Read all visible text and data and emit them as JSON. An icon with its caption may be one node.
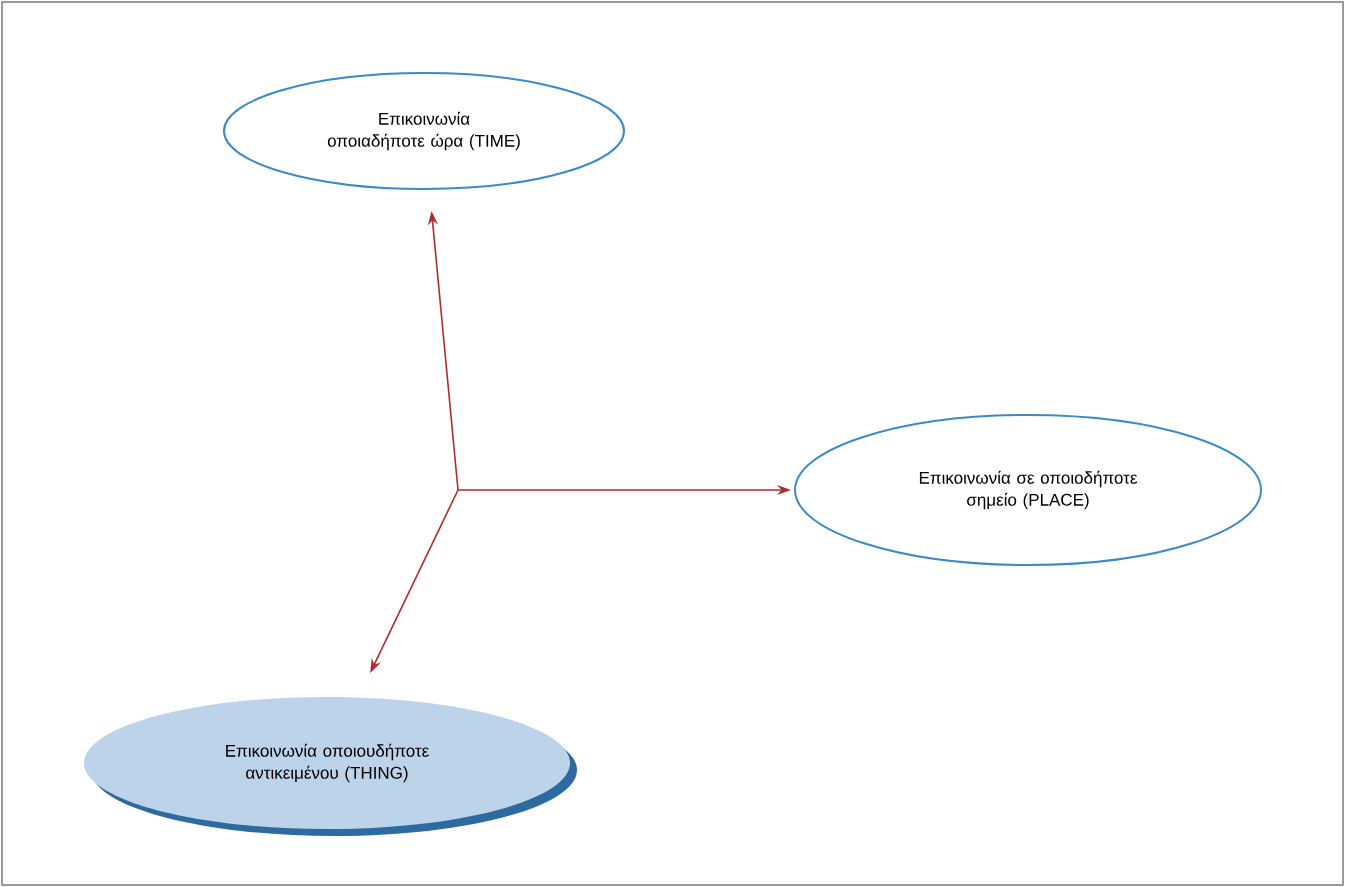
{
  "diagram": {
    "nodes": [
      {
        "text": [
          "Επικοινωνία οποιαδήποτε ώρα (TIME)"
        ]
      },
      {
        "text": [
          "Επικοινωνία σε οποιοδήποτε σημείο (PLACE)"
        ]
      },
      {
        "text": [
          "Επικοινωνία οποιουδήποτε αντικειμένου (THING)"
        ]
      }
    ],
    "edges": [
      {
        "from": null,
        "to": 0,
        "arrow": "to"
      },
      {
        "from": null,
        "to": 1,
        "arrow": "to"
      },
      {
        "from": null,
        "to": 2,
        "arrow": "to"
      }
    ]
  }
}
